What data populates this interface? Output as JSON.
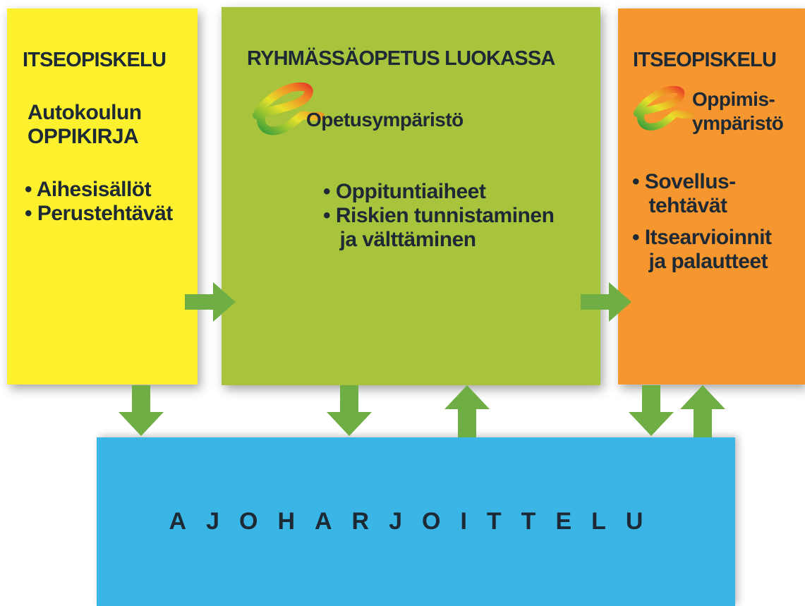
{
  "left_box": {
    "heading": "ITSEOPISKELU",
    "subheading_line1": "Autokoulun",
    "subheading_line2": "OPPIKIRJA",
    "bullets": [
      "• Aihesisällöt",
      "• Perustehtävät"
    ]
  },
  "middle_box": {
    "heading": "RYHMÄSSÄOPETUS LUOKASSA",
    "logo_label": "Opetusympäristö",
    "bullets": [
      "• Oppituntiaiheet",
      "• Riskien tunnistaminen",
      "   ja välttäminen"
    ]
  },
  "right_box": {
    "heading": "ITSEOPISKELU",
    "logo_label_line1": "Oppimis-",
    "logo_label_line2": "ympäristö",
    "bullets": [
      "• Sovellus-",
      "   tehtävät",
      "• Itsearvioinnit",
      "   ja palautteet"
    ]
  },
  "bottom_box": {
    "label": "AJOHARJOITTELU"
  },
  "colors": {
    "yellow": "#fdf02c",
    "green": "#a8c43c",
    "orange": "#f6962e",
    "blue": "#39b6e6",
    "arrow": "#6fae44",
    "text": "#1d2a35"
  }
}
